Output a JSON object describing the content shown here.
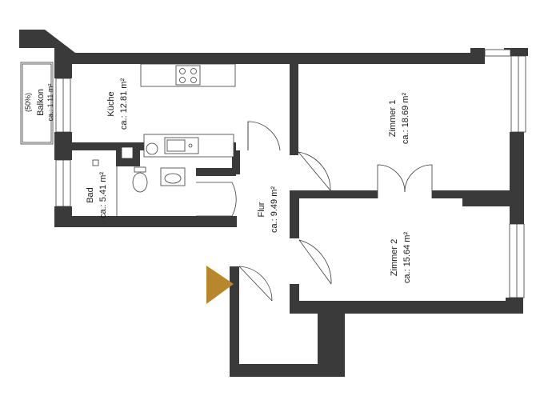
{
  "rooms": {
    "balkon": {
      "name": "Balkon",
      "area": "ca.: 1.11 m²",
      "note": "(50%)"
    },
    "kueche": {
      "name": "Küche",
      "area": "ca.: 12.81 m²"
    },
    "zimmer1": {
      "name": "Zimmer 1",
      "area": "ca.: 18.69 m²"
    },
    "bad": {
      "name": "Bad",
      "area": "ca.: 5.41 m²"
    },
    "flur": {
      "name": "Flur",
      "area": "ca.: 9.49 m²"
    },
    "zimmer2": {
      "name": "Zimmer 2",
      "area": "ca.: 15.64 m²"
    }
  },
  "colors": {
    "wall": "#3a3a3a",
    "entrance_marker": "#b8862b",
    "background": "#ffffff"
  },
  "icons": {
    "entrance": "entrance-arrow-icon"
  }
}
